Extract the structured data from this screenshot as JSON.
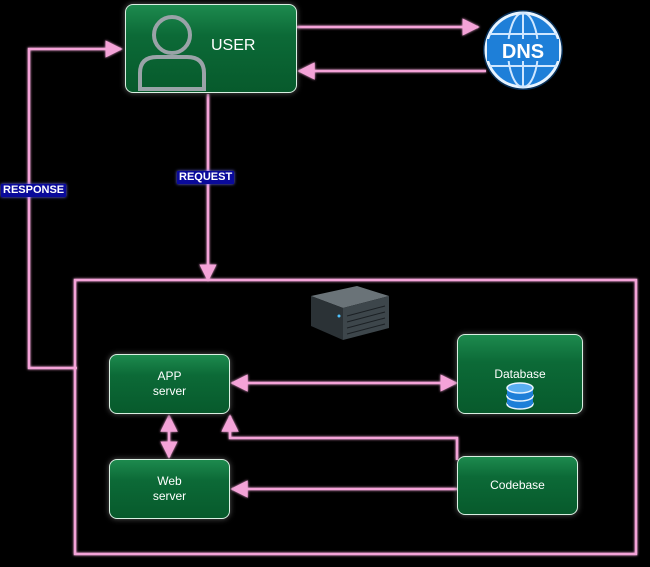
{
  "nodes": {
    "user": "USER",
    "dns": "DNS",
    "app_server": [
      "APP",
      "server"
    ],
    "web_server": [
      "Web",
      "server"
    ],
    "database": "Database",
    "codebase": "Codebase"
  },
  "edges": {
    "request_label": "REQUEST",
    "response_label": "RESPONSE"
  },
  "colors": {
    "background": "#000000",
    "edge": "#f4a3d8",
    "node_fill": "#0c6a37",
    "label_bg": "#0a0a9a",
    "dns_blue": "#1e7fd8"
  },
  "icons": [
    "user-icon",
    "dns-globe-icon",
    "server-rack-icon",
    "database-icon"
  ]
}
